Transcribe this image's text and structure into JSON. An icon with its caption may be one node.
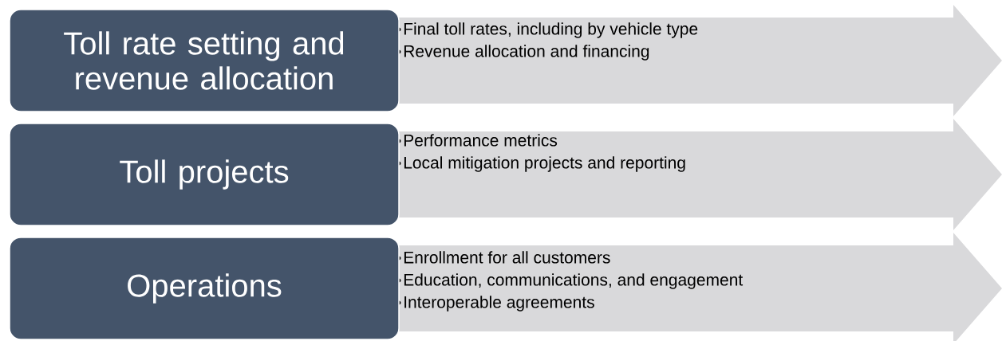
{
  "diagram": {
    "nodes": [
      {
        "text": [
          "Toll rate setting and revenue allocation"
        ]
      },
      {
        "text": [
          "Final toll rates, including by vehicle type",
          "Revenue allocation and financing"
        ]
      },
      {
        "text": [
          "Toll projects"
        ]
      },
      {
        "text": [
          "Performance metrics",
          "Local mitigation projects and reporting"
        ]
      },
      {
        "text": [
          "Operations"
        ]
      },
      {
        "text": [
          "Enrollment for all customers",
          "Education, communications, and engagement",
          "Interoperable agreements"
        ]
      }
    ]
  }
}
